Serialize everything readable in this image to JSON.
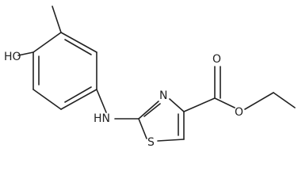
{
  "molecule": {
    "atom_labels": {
      "hydroxyl": "HO",
      "amine": "HN",
      "ring_nitrogen": "N",
      "ring_sulfur": "S",
      "carbonyl_oxygen": "O",
      "ester_oxygen": "O"
    }
  }
}
